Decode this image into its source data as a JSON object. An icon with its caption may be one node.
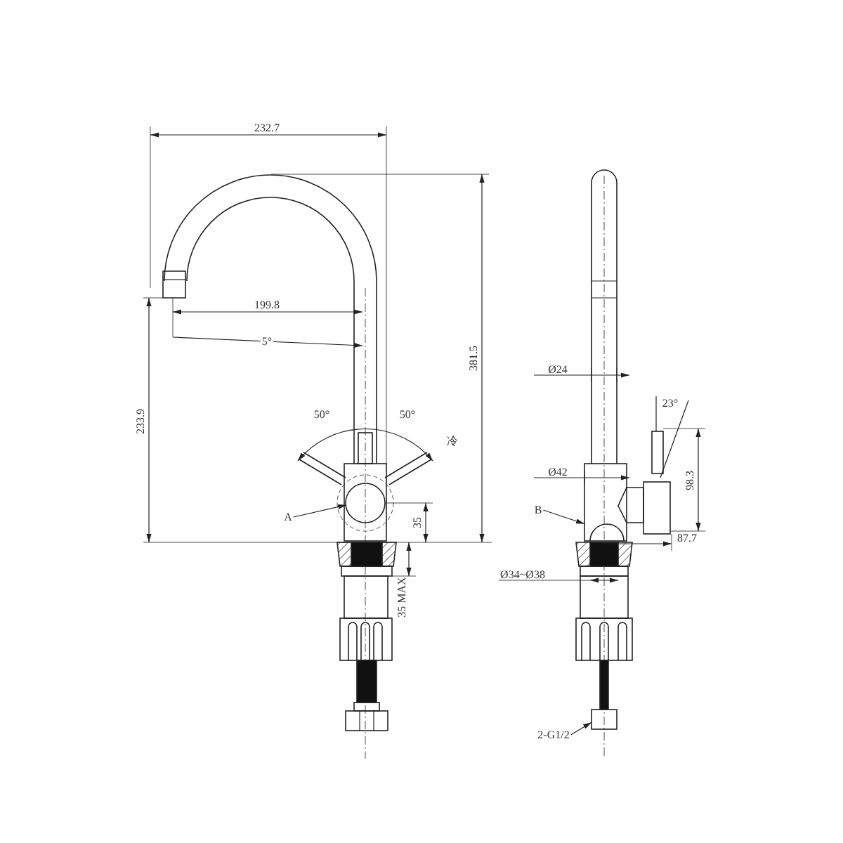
{
  "diagram": {
    "nodes": [
      {
        "text": [
          "A"
        ]
      },
      {
        "text": [
          "B"
        ]
      },
      {
        "text": [
          "2-G1/2"
        ]
      },
      {
        "text": [],
        "shape": "circle"
      },
      {
        "text": [],
        "shape": "box"
      },
      {
        "text": [],
        "shape": "box"
      }
    ],
    "edges": [
      {
        "from": 0,
        "to": 3,
        "arrow": "to"
      },
      {
        "from": 1,
        "to": 4,
        "arrow": "to"
      },
      {
        "from": 2,
        "to": 5,
        "arrow": "to"
      }
    ],
    "labels": [
      "232.7",
      "199.8",
      "5°",
      "381.5",
      "233.9",
      "50°",
      "50°",
      "冷",
      "35",
      "35 MAX",
      "Ø24",
      "23°",
      "Ø42",
      "98.3",
      "87.7",
      "Ø34~Ø38"
    ]
  }
}
